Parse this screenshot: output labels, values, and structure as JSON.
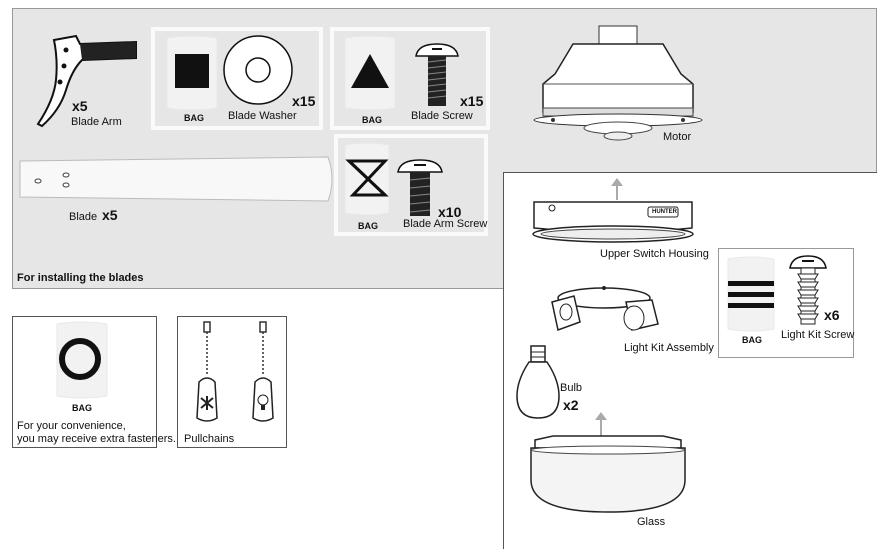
{
  "blades_section": {
    "caption": "For installing the blades",
    "blade_arm": {
      "label": "Blade Arm",
      "qty": "x5",
      "icon": "blade-arm-icon"
    },
    "blade": {
      "label": "Blade",
      "qty": "x5",
      "icon": "blade-icon"
    },
    "blade_washer": {
      "bag": "BAG",
      "label": "Blade Washer",
      "qty": "x15",
      "bag_symbol": "square",
      "icon": "washer-icon"
    },
    "blade_screw": {
      "bag": "BAG",
      "label": "Blade Screw",
      "qty": "x15",
      "bag_symbol": "triangle",
      "icon": "screw-icon"
    },
    "blade_arm_screw": {
      "bag": "BAG",
      "label": "Blade Arm Screw",
      "qty": "x10",
      "bag_symbol": "hourglass",
      "icon": "screw-icon"
    }
  },
  "motor": {
    "label": "Motor",
    "icon": "motor-icon"
  },
  "light_kit": {
    "upper_switch_housing": {
      "label": "Upper Switch Housing",
      "brand": "HUNTER"
    },
    "light_kit_assembly": {
      "label": "Light Kit Assembly"
    },
    "bulb": {
      "label": "Bulb",
      "qty": "x2"
    },
    "glass": {
      "label": "Glass"
    },
    "light_kit_screw": {
      "bag": "BAG",
      "label": "Light Kit Screw",
      "qty": "x6",
      "bag_symbol": "three-bars"
    }
  },
  "extras": {
    "bag": "BAG",
    "note_line1": "For your convenience,",
    "note_line2": "you may receive extra fasteners.",
    "icon": "o-ring-icon"
  },
  "pullchains": {
    "label": "Pullchains",
    "icon": "pullchain-icon"
  },
  "colors": {
    "panel_gray": "#e6e6e6",
    "line": "#222222",
    "arrow_gray": "#aaaaaa"
  }
}
